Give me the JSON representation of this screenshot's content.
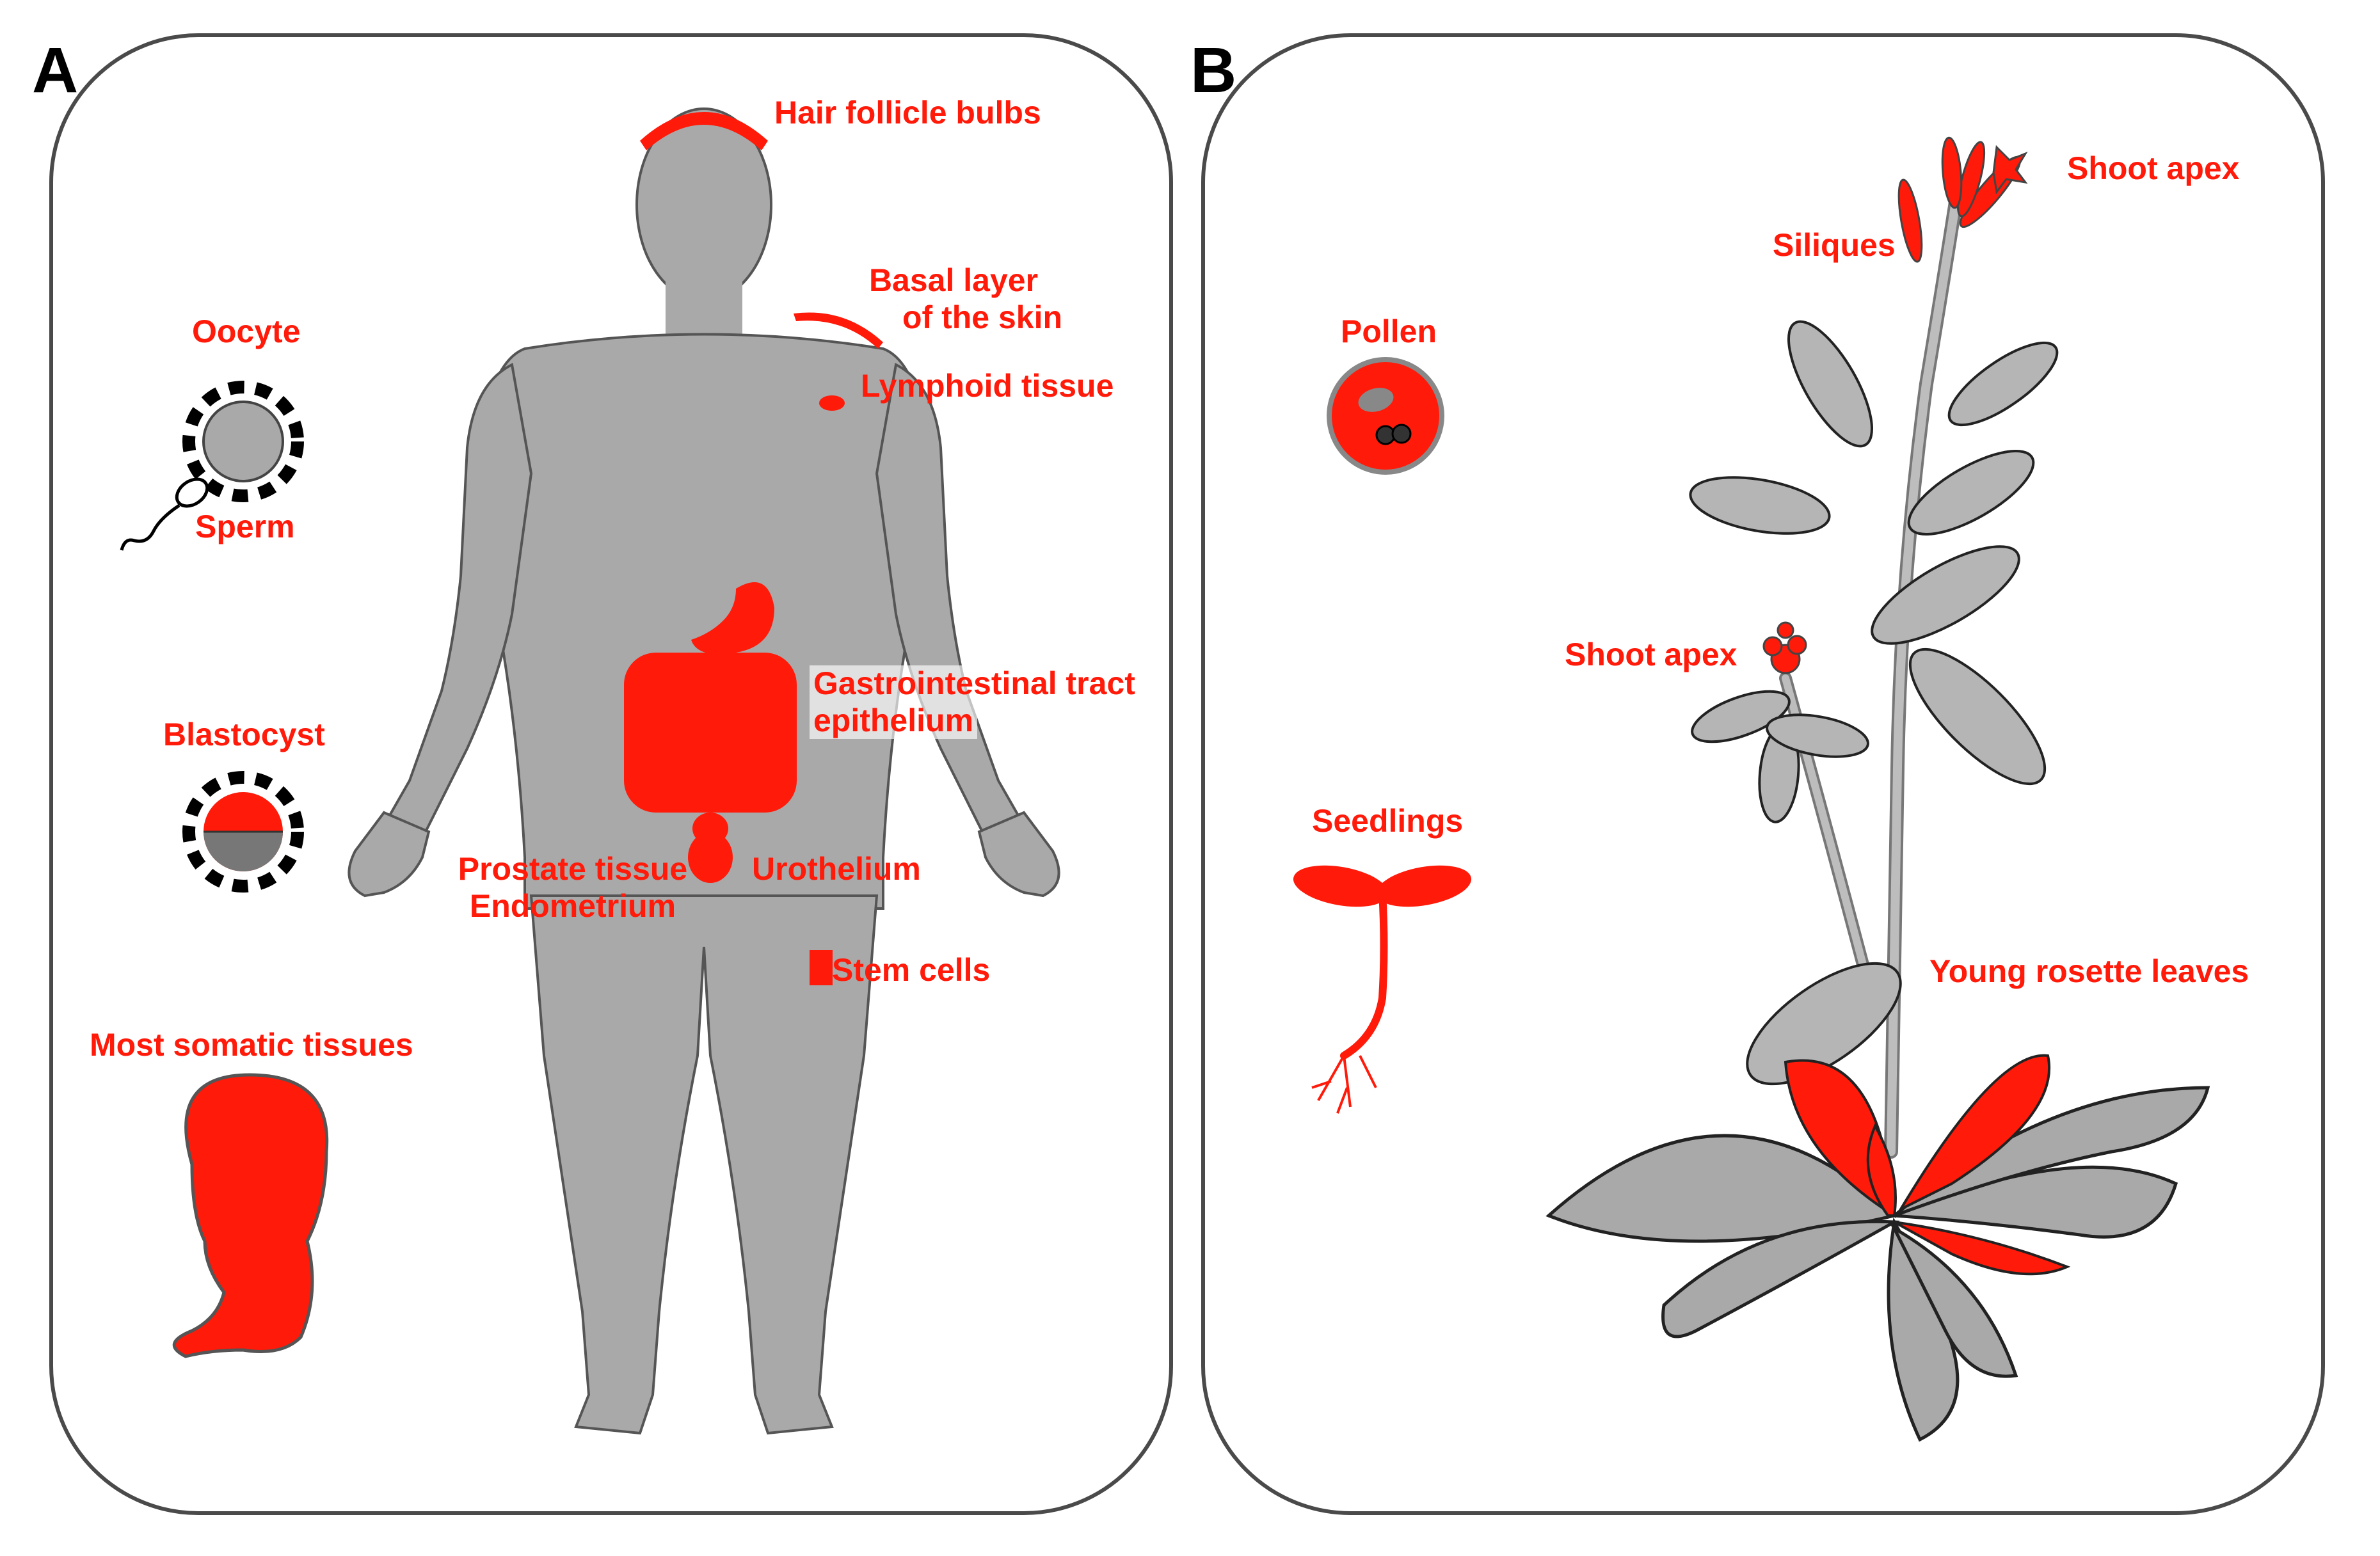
{
  "colors": {
    "highlight": "#ff1a0a",
    "tissue_gray": "#a9a9a9",
    "outline": "#333333",
    "panel_border": "#4a4a4a",
    "background": "#ffffff"
  },
  "panel_a": {
    "letter": "A",
    "labels": {
      "hair": "Hair follicle bulbs",
      "basal_1": "Basal layer",
      "basal_2": "of the skin",
      "lymphoid": "Lymphoid tissue",
      "oocyte": "Oocyte",
      "sperm": "Sperm",
      "gi_1": "Gastrointestinal tract",
      "gi_2": "epithelium",
      "blastocyst": "Blastocyst",
      "prostate": "Prostate tissue",
      "endometrium": "Endometrium",
      "urothelium": "Urothelium",
      "stem": "Stem cells",
      "somatic": "Most somatic tissues"
    }
  },
  "panel_b": {
    "letter": "B",
    "labels": {
      "shoot_apex_top": "Shoot apex",
      "siliques": "Siliques",
      "pollen": "Pollen",
      "shoot_apex_mid": "Shoot apex",
      "seedlings": "Seedlings",
      "rosette": "Young rosette leaves"
    }
  }
}
